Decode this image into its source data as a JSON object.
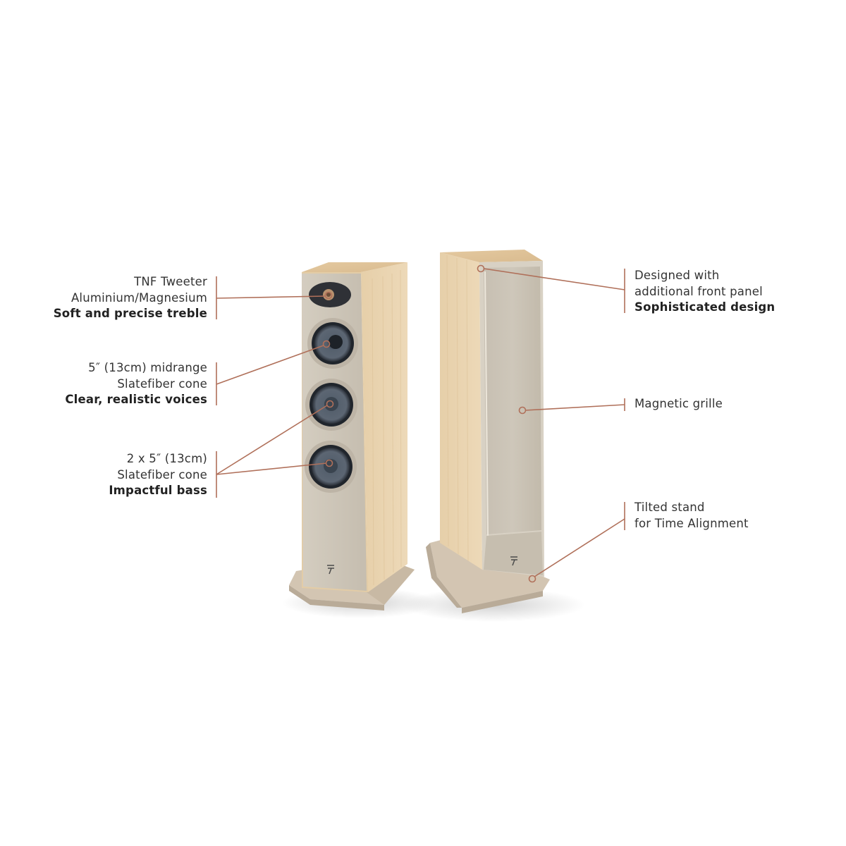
{
  "product": {
    "description": "Pair of floorstanding loudspeakers in light oak finish with annotated features",
    "colors": {
      "callout_line": "#b0705a",
      "wood": "#e9d3b0",
      "wood_dark": "#d9bd93",
      "front_panel": "#cbc3b5",
      "stand": "#cfc1ae",
      "driver_cone": "#4a5562",
      "text": "#333333"
    }
  },
  "callouts_left": [
    {
      "id": "tweeter",
      "lines": [
        "TNF Tweeter",
        "Aluminium/Magnesium"
      ],
      "bold": "Soft and precise treble"
    },
    {
      "id": "midrange",
      "lines": [
        "5″ (13cm) midrange",
        "Slatefiber cone"
      ],
      "bold": "Clear, realistic voices"
    },
    {
      "id": "bass",
      "lines": [
        "2 x 5″ (13cm)",
        "Slatefiber cone"
      ],
      "bold": "Impactful bass"
    }
  ],
  "callouts_right": [
    {
      "id": "front-panel",
      "lines": [
        "Designed with",
        "additional front panel"
      ],
      "bold": "Sophisticated design"
    },
    {
      "id": "grille",
      "lines": [
        "Magnetic grille"
      ],
      "bold": ""
    },
    {
      "id": "stand",
      "lines": [
        "Tilted stand",
        "for Time Alignment"
      ],
      "bold": ""
    }
  ],
  "icons": {
    "brand_logo": "focal-logo-icon"
  }
}
